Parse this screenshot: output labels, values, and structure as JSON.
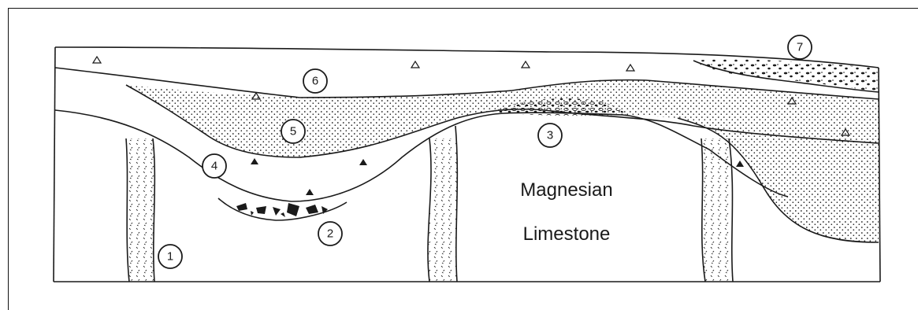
{
  "rock_labels": {
    "line1": "Magnesian",
    "line2": "Limestone"
  },
  "callouts": [
    {
      "id": "callout-1",
      "text": "1"
    },
    {
      "id": "callout-2",
      "text": "2"
    },
    {
      "id": "callout-3",
      "text": "3"
    },
    {
      "id": "callout-4",
      "text": "4"
    },
    {
      "id": "callout-5",
      "text": "5"
    },
    {
      "id": "callout-6",
      "text": "6"
    },
    {
      "id": "callout-7",
      "text": "7"
    }
  ],
  "colors": {
    "ink": "#1a1a1a",
    "paper": "#ffffff"
  }
}
